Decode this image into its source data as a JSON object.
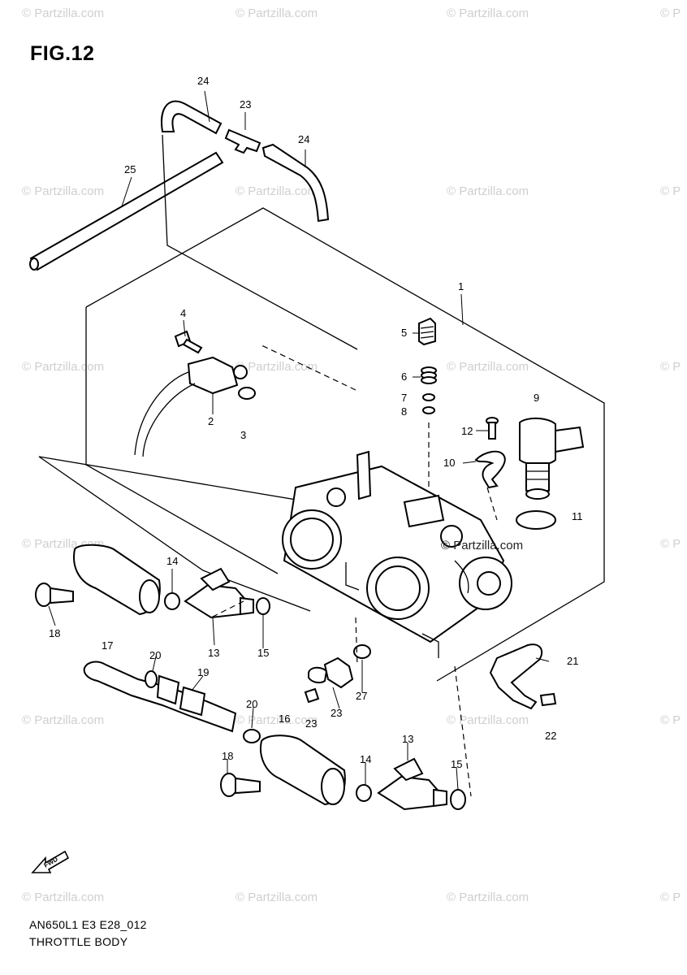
{
  "figure": {
    "title": "FIG.12",
    "model_code": "AN650L1 E3 E28_012",
    "caption": "THROTTLE BODY",
    "front_marker": "FWD"
  },
  "watermark": {
    "text": "© Partzilla.com",
    "edge_text": "© P",
    "center_text": "© Partzilla.com"
  },
  "callouts": [
    "1",
    "2",
    "3",
    "4",
    "5",
    "6",
    "7",
    "8",
    "9",
    "10",
    "11",
    "12",
    "13",
    "14",
    "15",
    "16",
    "17",
    "18",
    "19",
    "20",
    "21",
    "22",
    "23",
    "24",
    "25",
    "27"
  ],
  "callout_labels": {
    "c1": "1",
    "c2": "2",
    "c3": "3",
    "c4": "4",
    "c5": "5",
    "c6": "6",
    "c7": "7",
    "c8": "8",
    "c9": "9",
    "c10": "10",
    "c11": "11",
    "c12": "12",
    "c13a": "13",
    "c13b": "13",
    "c14a": "14",
    "c14b": "14",
    "c15a": "15",
    "c15b": "15",
    "c16": "16",
    "c17": "17",
    "c18a": "18",
    "c18b": "18",
    "c19": "19",
    "c20a": "20",
    "c20b": "20",
    "c21": "21",
    "c22": "22",
    "c23a": "23",
    "c23b": "23",
    "c23c": "23",
    "c24a": "24",
    "c24b": "24",
    "c25": "25",
    "c27": "27"
  }
}
